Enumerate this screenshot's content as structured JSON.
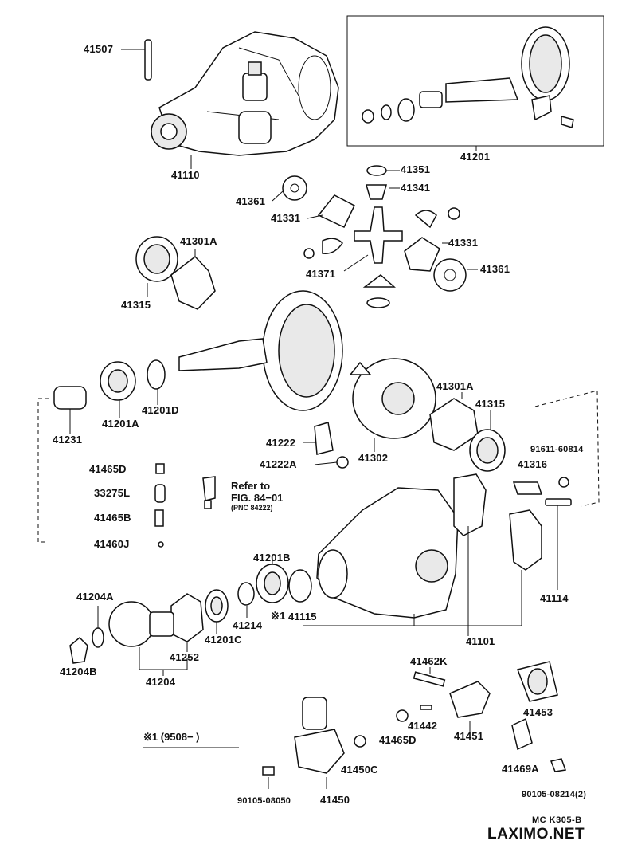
{
  "labels": {
    "p41507": "41507",
    "p41110": "41110",
    "p41201": "41201",
    "p41351": "41351",
    "p41341": "41341",
    "p41361a": "41361",
    "p41331a": "41331",
    "p41331b": "41331",
    "p41371": "41371",
    "p41361b": "41361",
    "p41301a_top": "41301A",
    "p41315_top": "41315",
    "p41231": "41231",
    "p41201a": "41201A",
    "p41201d": "41201D",
    "p41301a_right": "41301A",
    "p41315_right": "41315",
    "p41222": "41222",
    "p41222a": "41222A",
    "p41302": "41302",
    "p91611": "91611-60814",
    "p41316": "41316",
    "p41465d_top": "41465D",
    "p33275l": "33275L",
    "p41465b": "41465B",
    "p41460j": "41460J",
    "p41201b": "41201B",
    "p41204a": "41204A",
    "p41214": "41214",
    "p41115": "41115",
    "p41114": "41114",
    "p41101": "41101",
    "p41201c": "41201C",
    "p41252": "41252",
    "p41204b": "41204B",
    "p41204": "41204",
    "p41462k": "41462K",
    "p41453": "41453",
    "p41442": "41442",
    "p41451": "41451",
    "p41465d_bottom": "41465D",
    "p41469a": "41469A",
    "p41450c": "41450C",
    "p41450": "41450",
    "p90105_08050": "90105-08050",
    "p90105_08214": "90105-08214(2)"
  },
  "reference": {
    "line1": "Refer to",
    "line2": "FIG. 84−01",
    "line3": "(PNC 84222)"
  },
  "notes": {
    "mark_115": "※1",
    "footnote": "※1 (9508−        )"
  },
  "footer": {
    "code": "MC  K305-B",
    "brand": "LAXIMO.NET"
  }
}
